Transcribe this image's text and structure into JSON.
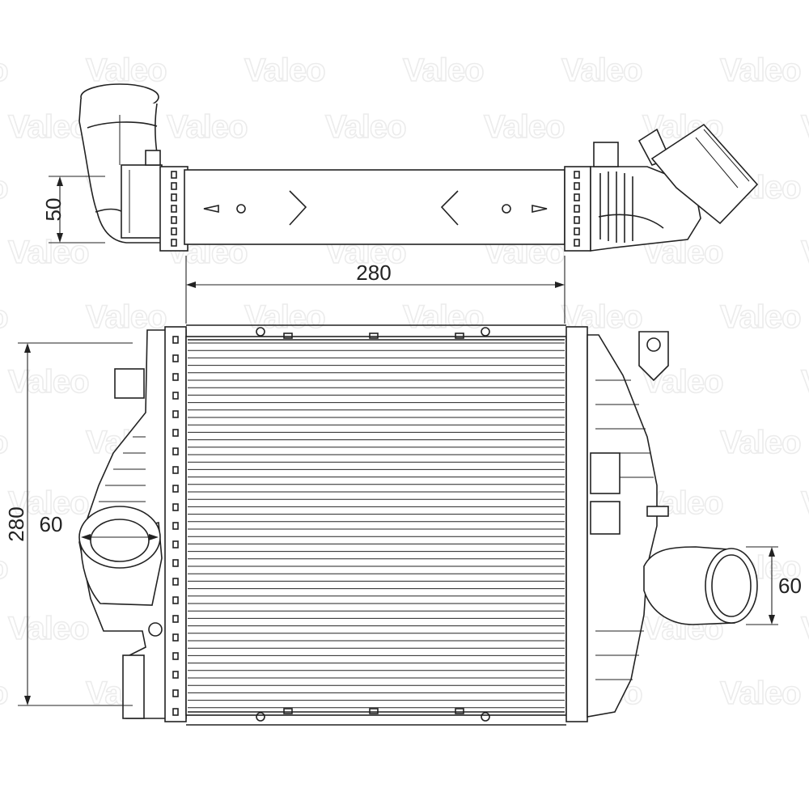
{
  "watermark": {
    "brand": "Valeo",
    "color": "#ececec"
  },
  "dimensions": {
    "top_view_height": "50",
    "width": "280",
    "height": "280",
    "inlet_diameter": "60",
    "outlet_diameter": "60"
  },
  "colors": {
    "line": "#222222",
    "background": "#ffffff"
  }
}
